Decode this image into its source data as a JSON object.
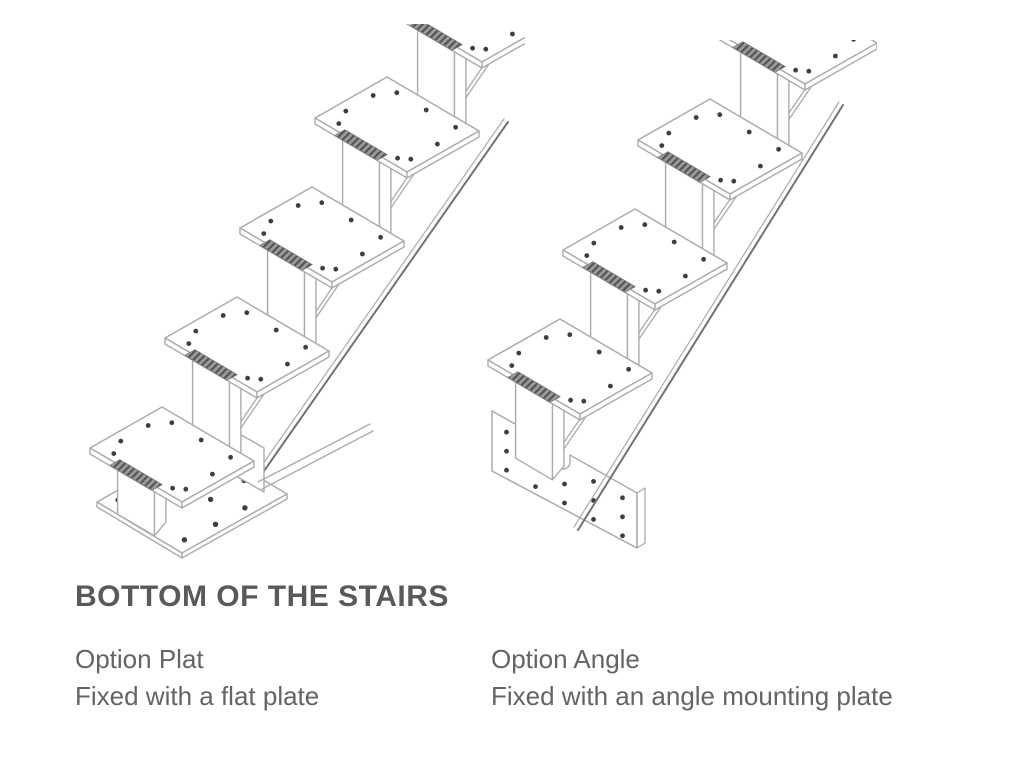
{
  "heading": {
    "title": "BOTTOM OF THE STAIRS"
  },
  "options": [
    {
      "name": "Option Plat",
      "description": "Fixed with a flat plate"
    },
    {
      "name": "Option Angle",
      "description": "Fixed with an angle mounting plate"
    }
  ],
  "figures": [
    {
      "name": "staircase-flat-plate-drawing"
    },
    {
      "name": "staircase-angle-plate-drawing"
    }
  ],
  "colors": {
    "background": "#ffffff",
    "line": "#a8abb0",
    "line_soft": "#b5b8bc",
    "line_dark": "#6f7379",
    "hole": "#3e3e3e",
    "hatch_base": "#9b9b9b",
    "hatch_stripe": "#545454",
    "heading_text": "#595959",
    "body_text": "#646464"
  }
}
